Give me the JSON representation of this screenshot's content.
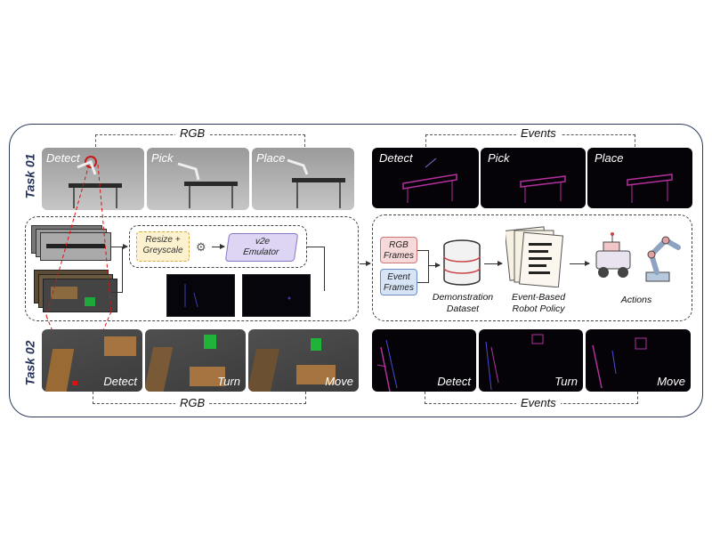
{
  "task1": {
    "label": "Task 01"
  },
  "task2": {
    "label": "Task 02"
  },
  "rgb_top": "RGB",
  "rgb_bottom": "RGB",
  "events_top": "Events",
  "events_bottom": "Events",
  "task1_rgb_panels": [
    "Detect",
    "Pick",
    "Place"
  ],
  "task1_event_panels": [
    "Detect",
    "Pick",
    "Place"
  ],
  "task2_rgb_panels": [
    "Detect",
    "Turn",
    "Move"
  ],
  "task2_event_panels": [
    "Detect",
    "Turn",
    "Move"
  ],
  "pipeline": {
    "resize_line1": "Resize +",
    "resize_line2": "Greyscale",
    "emulator_line1": "v2e",
    "emulator_line2": "Emulator"
  },
  "right": {
    "rgb_frames_line1": "RGB",
    "rgb_frames_line2": "Frames",
    "event_frames_line1": "Event",
    "event_frames_line2": "Frames",
    "dataset_line1": "Demonstration",
    "dataset_line2": "Dataset",
    "policy_line1": "Event-Based",
    "policy_line2": "Robot Policy",
    "actions": "Actions"
  },
  "colors": {
    "frame_border": "#2b3a5c",
    "resize_fill": "#fdf2cf",
    "emulator_fill": "#ddd5f3",
    "rgb_tag_fill": "#f6d9d9",
    "event_tag_fill": "#d6e4f6",
    "event_color": "#b4309c"
  }
}
